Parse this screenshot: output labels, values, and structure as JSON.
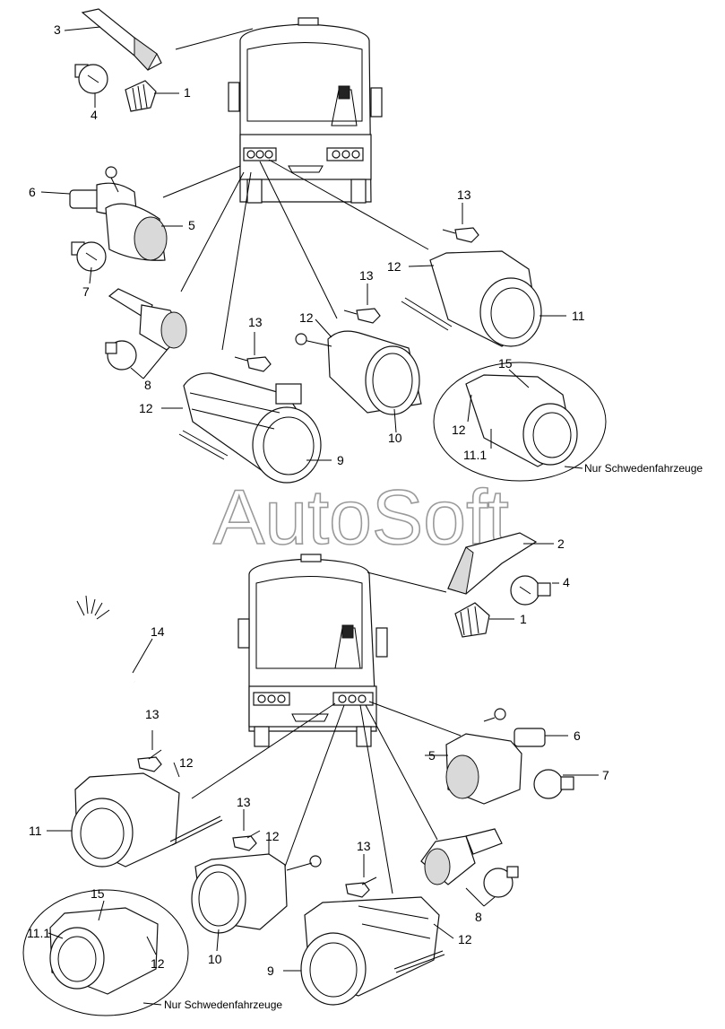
{
  "watermark": "AutoSoft",
  "note_sweden": "Nur Schwedenfahrzeuge",
  "labels": {
    "1": "1",
    "2": "2",
    "3": "3",
    "4": "4",
    "5": "5",
    "6": "6",
    "7": "7",
    "8": "8",
    "9": "9",
    "10": "10",
    "11": "11",
    "11_1": "11.1",
    "12": "12",
    "13": "13",
    "14": "14",
    "15": "15"
  }
}
